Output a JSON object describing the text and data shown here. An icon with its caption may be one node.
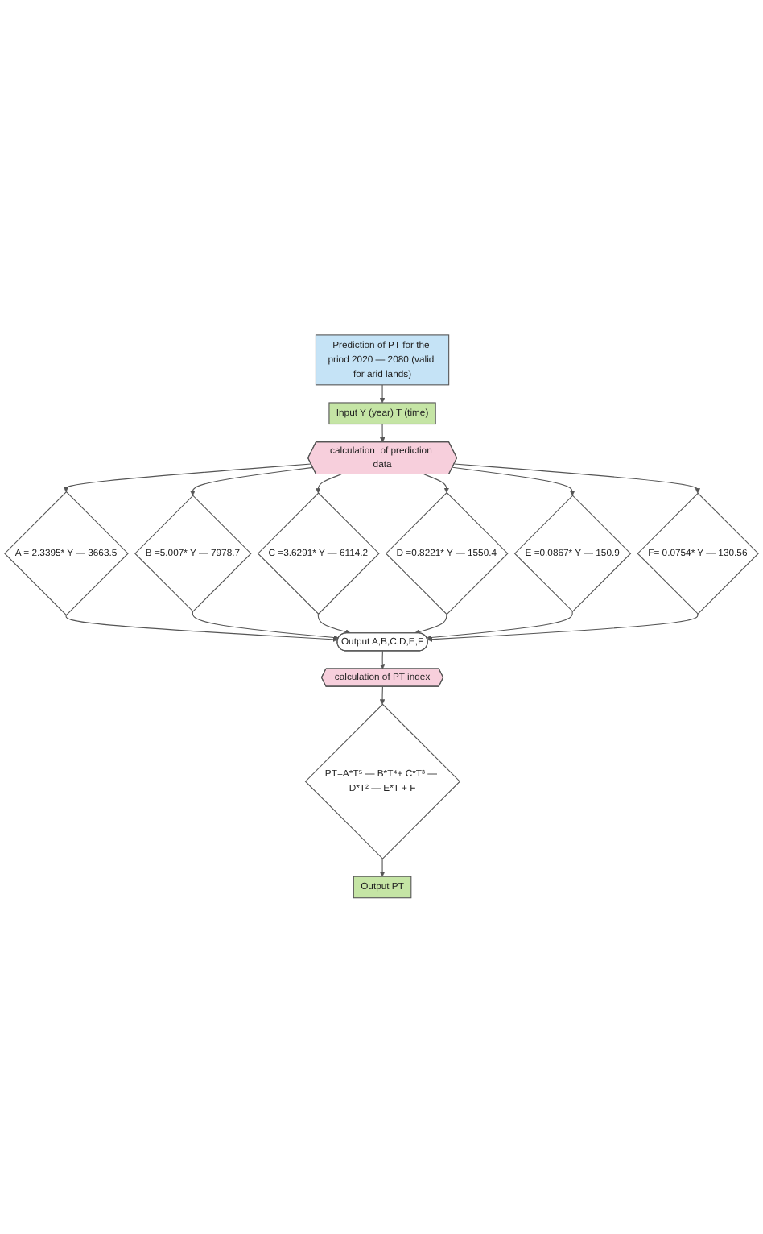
{
  "diagram": {
    "nodes": [
      {
        "text": [
          "Prediction of PT for the priod 2020 — 2080 (valid for arid lands)"
        ]
      },
      {
        "text": [
          "Input Y (year) T (time)"
        ]
      },
      {
        "text": [
          "calculation  of prediction data"
        ]
      },
      {
        "text": [
          "A = 2.3395* Y — 3663.5"
        ]
      },
      {
        "text": [
          "B =5.007* Y — 7978.7"
        ]
      },
      {
        "text": [
          "C =3.6291* Y — 6114.2"
        ]
      },
      {
        "text": [
          "D =0.8221* Y — 1550.4"
        ]
      },
      {
        "text": [
          "E =0.0867* Y — 150.9"
        ]
      },
      {
        "text": [
          "F= 0.0754* Y — 130.56"
        ]
      },
      {
        "text": [
          "Output A,B,C,D,E,F"
        ]
      },
      {
        "text": [
          "calculation  of  PT index"
        ]
      },
      {
        "text": [
          "PT=A*T⁵ — B*T⁴+ C*T³ — D*T² — E*T + F"
        ]
      },
      {
        "text": [
          "Output PT"
        ]
      }
    ],
    "edges": [
      {
        "from": 0,
        "to": 1,
        "arrow": "to"
      },
      {
        "from": 1,
        "to": 2,
        "arrow": "to"
      },
      {
        "from": 2,
        "to": 3,
        "arrow": "to"
      },
      {
        "from": 2,
        "to": 4,
        "arrow": "to"
      },
      {
        "from": 2,
        "to": 5,
        "arrow": "to"
      },
      {
        "from": 2,
        "to": 6,
        "arrow": "to"
      },
      {
        "from": 2,
        "to": 7,
        "arrow": "to"
      },
      {
        "from": 2,
        "to": 8,
        "arrow": "to"
      },
      {
        "from": 3,
        "to": 9,
        "arrow": "to"
      },
      {
        "from": 4,
        "to": 9,
        "arrow": "to"
      },
      {
        "from": 5,
        "to": 9,
        "arrow": "to"
      },
      {
        "from": 6,
        "to": 9,
        "arrow": "to"
      },
      {
        "from": 7,
        "to": 9,
        "arrow": "to"
      },
      {
        "from": 8,
        "to": 9,
        "arrow": "to"
      },
      {
        "from": 9,
        "to": 10,
        "arrow": "to"
      },
      {
        "from": 10,
        "to": 11,
        "arrow": "to"
      },
      {
        "from": 11,
        "to": 12,
        "arrow": "to"
      }
    ]
  }
}
